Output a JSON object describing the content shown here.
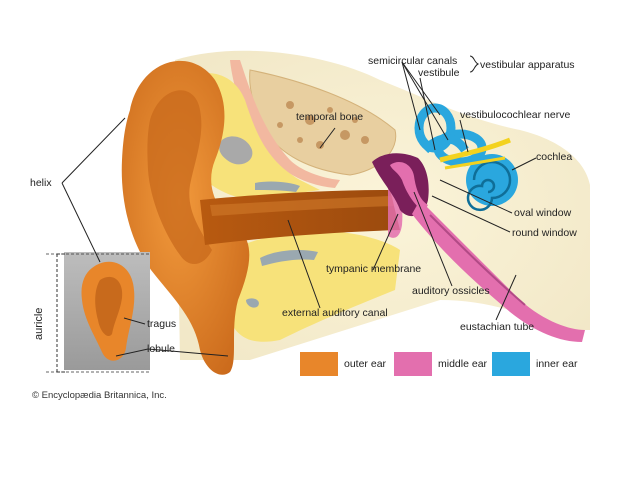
{
  "labels": {
    "semicircular_canals": "semicircular canals",
    "vestibule": "vestibule",
    "vestibular_apparatus": "vestibular apparatus",
    "temporal_bone": "temporal bone",
    "vestibulocochlear_nerve": "vestibulocochlear nerve",
    "cochlea": "cochlea",
    "helix": "helix",
    "oval_window": "oval window",
    "round_window": "round window",
    "tympanic_membrane": "tympanic membrane",
    "auditory_ossicles": "auditory ossicles",
    "external_auditory_canal": "external auditory canal",
    "eustachian_tube": "eustachian tube",
    "auricle": "auricle",
    "tragus": "tragus",
    "lobule": "lobule"
  },
  "legend": [
    {
      "label": "outer ear",
      "color": "#e8862a"
    },
    {
      "label": "middle ear",
      "color": "#e36fae"
    },
    {
      "label": "inner ear",
      "color": "#2aa7de"
    }
  ],
  "credit": "© Encyclopædia Britannica, Inc."
}
